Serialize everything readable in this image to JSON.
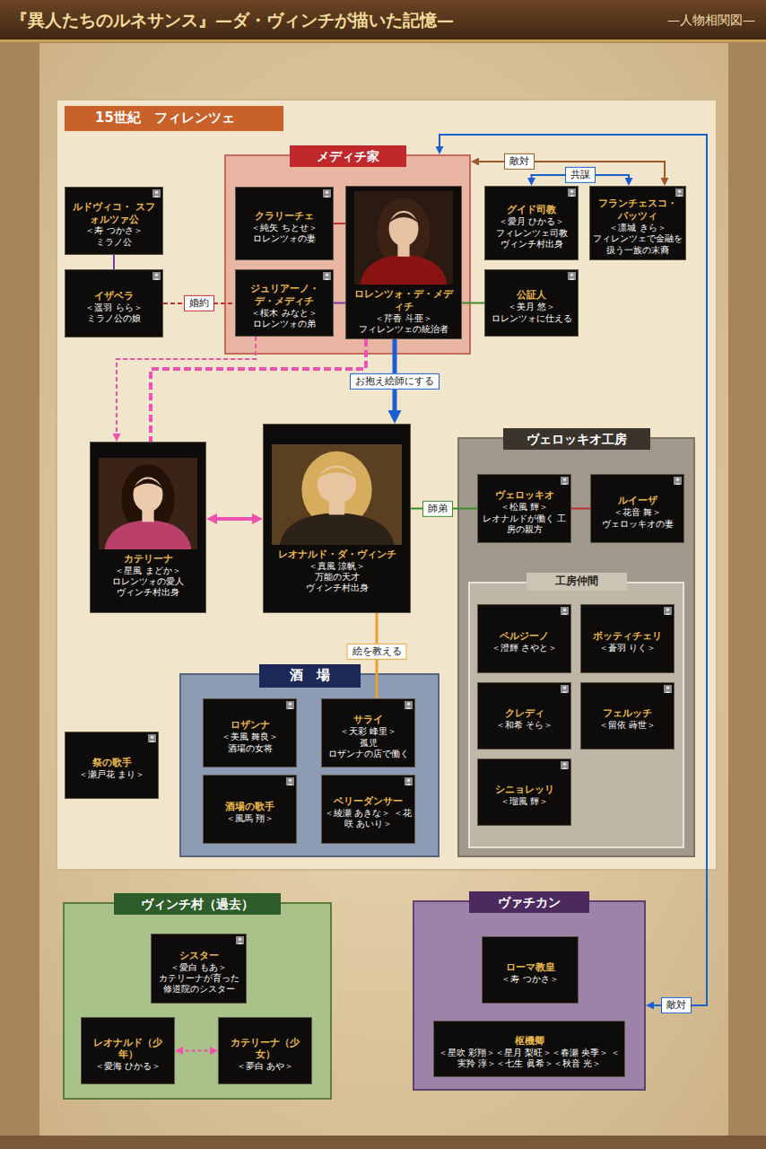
{
  "diagram": {
    "title": "『異人たちのルネサンス』—ダ・ヴィンチが描いた記憶—",
    "nodes": [
      {
        "text": [
          "15世紀　フィレンツェ"
        ]
      },
      {
        "text": [
          "ルドヴィコ・ スフォルツァ公",
          "＜寿 つかさ＞",
          "ミラノ公"
        ],
        "in": 0
      },
      {
        "text": [
          "イザベラ",
          "＜遥羽 らら＞",
          "ミラノ公の娘"
        ],
        "in": 0
      },
      {
        "text": [
          "メディチ家"
        ],
        "in": 0
      },
      {
        "text": [
          "クラリーチェ",
          "＜純矢 ちとせ＞",
          "ロレンツォの妻"
        ],
        "in": 3
      },
      {
        "text": [
          "ジュリアーノ・ デ・メディチ",
          "＜桜木 みなと＞",
          "ロレンツォの弟"
        ],
        "in": 3
      },
      {
        "text": [
          "ロレンツォ・デ・メディチ",
          "＜芹香 斗亜＞",
          "フィレンツェの統治者"
        ],
        "in": 3
      },
      {
        "text": [
          "グイド司教",
          "＜愛月 ひかる＞",
          "フィレンツェ司教",
          "ヴィンチ村出身"
        ],
        "in": 0
      },
      {
        "text": [
          "フランチェスコ・ パッツィ",
          "＜凛城 きら＞",
          "フィレンツェで金融を 扱う一族の末裔"
        ],
        "in": 0
      },
      {
        "text": [
          "公証人",
          "＜美月 悠＞",
          "ロレンツォに仕える"
        ],
        "in": 0
      },
      {
        "text": [
          "カテリーナ",
          "＜星風 まどか＞",
          "ロレンツォの愛人",
          "ヴィンチ村出身"
        ],
        "in": 0
      },
      {
        "text": [
          "レオナルド・ダ・ヴィンチ",
          "＜真風 涼帆＞",
          "万能の天才",
          "ヴィンチ村出身"
        ],
        "in": 0
      },
      {
        "text": [
          "ヴェロッキオ工房"
        ],
        "in": 0
      },
      {
        "text": [
          "ヴェロッキオ",
          "＜松風 輝＞",
          "レオナルドが働く 工房の親方"
        ],
        "in": 12
      },
      {
        "text": [
          "ルイーザ",
          "＜花音 舞＞",
          "ヴェロッキオの妻"
        ],
        "in": 12
      },
      {
        "text": [
          "工房仲間"
        ],
        "in": 12
      },
      {
        "text": [
          "ペルジーノ",
          "＜澄輝 さやと＞"
        ],
        "in": 15
      },
      {
        "text": [
          "ボッティチェリ",
          "＜蒼羽 りく＞"
        ],
        "in": 15
      },
      {
        "text": [
          "クレディ",
          "＜和希 そら＞"
        ],
        "in": 15
      },
      {
        "text": [
          "フェルッチ",
          "＜留依 蒔世＞"
        ],
        "in": 15
      },
      {
        "text": [
          "シニョレッリ",
          "＜瑠風 輝＞"
        ],
        "in": 15
      },
      {
        "text": [
          "酒　場"
        ],
        "in": 0
      },
      {
        "text": [
          "ロザンナ",
          "＜美風 舞良＞",
          "酒場の女将"
        ],
        "in": 21
      },
      {
        "text": [
          "サライ",
          "＜天彩 峰里＞",
          "孤児",
          "ロザンナの店で働く"
        ],
        "in": 21
      },
      {
        "text": [
          "酒場の歌手",
          "＜風馬 翔＞"
        ],
        "in": 21
      },
      {
        "text": [
          "ベリーダンサー",
          "＜綾瀬 あきな＞ ＜花咲 あいり＞"
        ],
        "in": 21
      },
      {
        "text": [
          "祭の歌手",
          "＜瀬戸花 まり＞"
        ],
        "in": 0
      },
      {
        "text": [
          "ヴィンチ村（過去）"
        ]
      },
      {
        "text": [
          "シスター",
          "＜愛白 もあ＞",
          "カテリーナが育った 修道院のシスター"
        ],
        "in": 27
      },
      {
        "text": [
          "レオナルド（少年）",
          "＜愛海 ひかる＞"
        ],
        "in": 27
      },
      {
        "text": [
          "カテリーナ（少女）",
          "＜夢白 あや＞"
        ],
        "in": 27
      },
      {
        "text": [
          "ヴァチカン"
        ]
      },
      {
        "text": [
          "ローマ教皇",
          "＜寿 つかさ＞"
        ],
        "in": 31
      },
      {
        "text": [
          "枢機卿",
          "＜星吹 彩翔＞＜星月 梨旺＞＜春瀬 央季＞ ＜実羚 淳＞＜七生 眞希＞＜秋音 光＞"
        ],
        "in": 31
      }
    ],
    "edges": [
      {
        "from": 4,
        "to": 6,
        "arrow": "none"
      },
      {
        "from": 1,
        "to": 2,
        "arrow": "none"
      },
      {
        "from": 5,
        "to": 6,
        "arrow": "none"
      },
      {
        "from": 2,
        "to": 5,
        "label": "婚約",
        "arrow": "none"
      },
      {
        "from": 6,
        "to": 9,
        "arrow": "none"
      },
      {
        "from": 6,
        "to": 11,
        "label": "お抱え絵師にする",
        "arrow": "to"
      },
      {
        "from": 5,
        "to": 10,
        "arrow": "to"
      },
      {
        "from": 6,
        "to": 10,
        "arrow": "none"
      },
      {
        "from": 10,
        "to": 11,
        "arrow": "both"
      },
      {
        "from": 11,
        "to": 13,
        "label": "師弟",
        "arrow": "none"
      },
      {
        "from": 13,
        "to": 14,
        "arrow": "none"
      },
      {
        "from": 11,
        "to": 23,
        "label": "絵を教える",
        "arrow": "none"
      },
      {
        "from": 7,
        "to": 8,
        "label": "共謀",
        "arrow": "both"
      },
      {
        "from": 3,
        "to": 8,
        "label": "敵対",
        "arrow": "both"
      },
      {
        "from": 3,
        "to": 31,
        "label": "敵対",
        "arrow": "both"
      },
      {
        "from": 29,
        "to": 30,
        "arrow": "both"
      }
    ],
    "labels": [
      "—人物相関図—"
    ]
  }
}
